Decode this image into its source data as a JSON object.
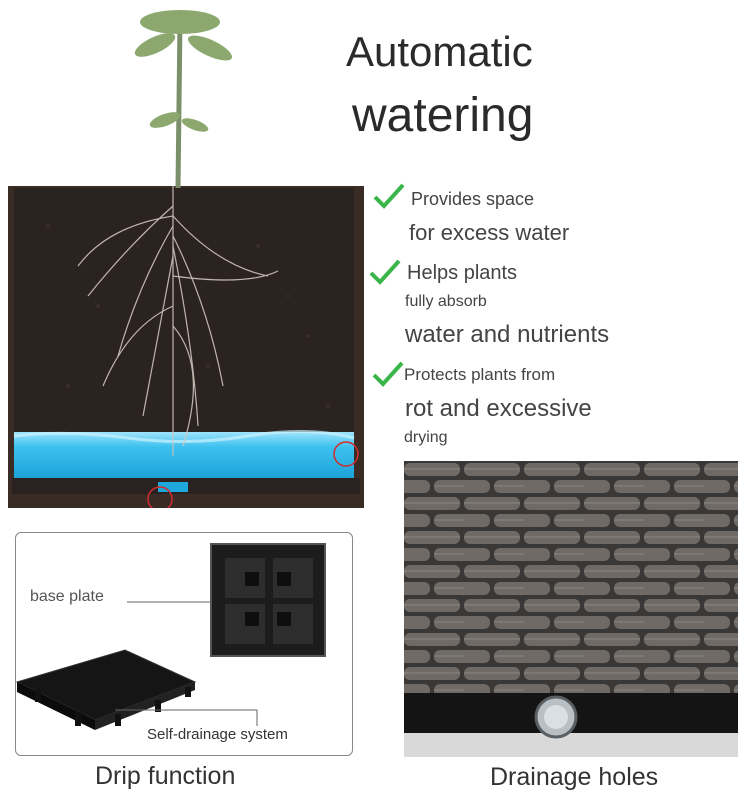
{
  "title": {
    "line1": "Automatic",
    "line2": "watering"
  },
  "features": [
    {
      "icon": "checkmark-icon",
      "lines": [
        "Provides space",
        "for excess water"
      ]
    },
    {
      "icon": "checkmark-icon",
      "lines": [
        "Helps plants",
        "fully absorb",
        "water and nutrients"
      ]
    },
    {
      "icon": "checkmark-icon",
      "lines": [
        "Protects plants from",
        "rot and excessive",
        "drying"
      ]
    }
  ],
  "base_plate": {
    "label": "base plate",
    "drainage_label": "Self-drainage system"
  },
  "captions": {
    "left": "Drip function",
    "right": "Drainage holes"
  },
  "colors": {
    "check": "#39b54a",
    "water": "#2fb8ec",
    "soil": "#2b2320",
    "highlight_circle": "#d22d2d",
    "plate": "#1c1c1c"
  }
}
